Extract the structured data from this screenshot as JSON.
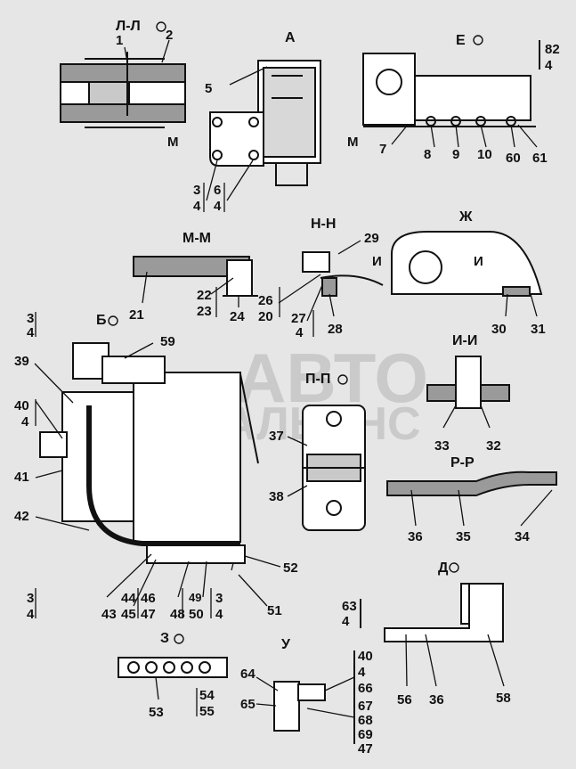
{
  "watermark": {
    "line1": "АВТО",
    "line2": "АЛЬЯНС"
  },
  "views": {
    "LL": "Л-Л",
    "A": "А",
    "E": "Е",
    "MM": "М-М",
    "NN": "Н-Н",
    "ZH": "Ж",
    "B": "Б",
    "II": "И-И",
    "PP": "П-П",
    "RR": "Р-Р",
    "D": "Д",
    "Z": "З",
    "U": "У"
  },
  "cut_marks": {
    "M": "М",
    "I": "И"
  },
  "callouts": {
    "c1": "1",
    "c2": "2",
    "c3": "3",
    "c4": "4",
    "c5": "5",
    "c6": "6",
    "c7": "7",
    "c8": "8",
    "c9": "9",
    "c10": "10",
    "c20": "20",
    "c21": "21",
    "c22": "22",
    "c23": "23",
    "c24": "24",
    "c26": "26",
    "c27": "27",
    "c28": "28",
    "c29": "29",
    "c30": "30",
    "c31": "31",
    "c32": "32",
    "c33": "33",
    "c34": "34",
    "c35": "35",
    "c36": "36",
    "c37": "37",
    "c38": "38",
    "c39": "39",
    "c40": "40",
    "c41": "41",
    "c42": "42",
    "c43": "43",
    "c44": "44",
    "c45": "45",
    "c46": "46",
    "c47": "47",
    "c48": "48",
    "c49": "49",
    "c50": "50",
    "c51": "51",
    "c52": "52",
    "c53": "53",
    "c54": "54",
    "c55": "55",
    "c56": "56",
    "c58": "58",
    "c59": "59",
    "c60": "60",
    "c61": "61",
    "c63": "63",
    "c64": "64",
    "c65": "65",
    "c66": "66",
    "c67": "67",
    "c68": "68",
    "c69": "69",
    "c82": "82"
  }
}
